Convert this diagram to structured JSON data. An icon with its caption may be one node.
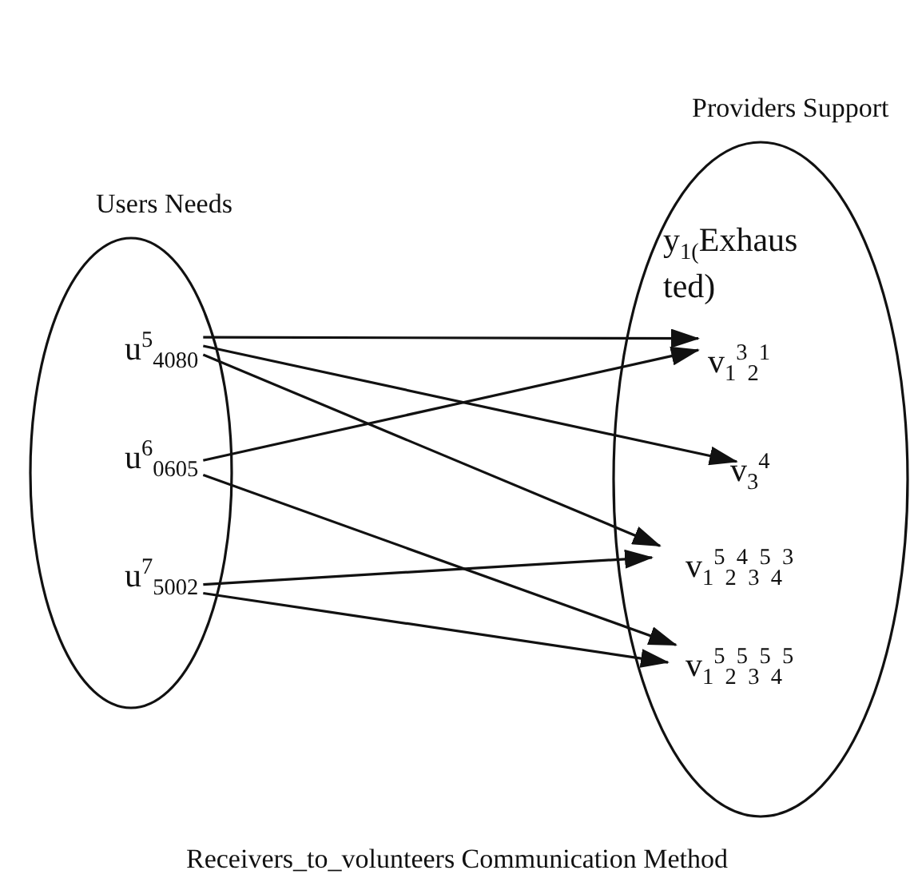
{
  "diagram": {
    "caption": "Receivers_to_volunteers Communication Method",
    "nodes": [
      {
        "text": [
          "Users Needs"
        ]
      },
      {
        "text": [
          "u$^{5}$$_{4080}$"
        ],
        "in": 0
      },
      {
        "text": [
          "u$^{6}$$_{0605}$"
        ],
        "in": 0
      },
      {
        "text": [
          "u$^{7}$$_{5002}$"
        ],
        "in": 0
      },
      {
        "text": [
          "Providers Support",
          "y$_{1(}$Exhaus ted)"
        ]
      },
      {
        "text": [
          "v$_{1}$$^{3}$$_{2}$$^{1}$"
        ],
        "in": 4
      },
      {
        "text": [
          "v$_{3}$$^{4}$"
        ],
        "in": 4
      },
      {
        "text": [
          "v$_{1}$$^{5}$$_{2}$$^{4}$$_{3}$$^{5}$$_{4}$$^{3}$"
        ],
        "in": 4
      },
      {
        "text": [
          "v$_{1}$$^{5}$$_{2}$$^{5}$$_{3}$$^{5}$$_{4}$$^{5}$"
        ],
        "in": 4
      }
    ],
    "edges": [
      {
        "from": 1,
        "to": 5,
        "arrow": "to"
      },
      {
        "from": 1,
        "to": 6,
        "arrow": "to"
      },
      {
        "from": 1,
        "to": 7,
        "arrow": "to"
      },
      {
        "from": 2,
        "to": 5,
        "arrow": "to"
      },
      {
        "from": 2,
        "to": 8,
        "arrow": "to"
      },
      {
        "from": 3,
        "to": 7,
        "arrow": "to"
      },
      {
        "from": 3,
        "to": 8,
        "arrow": "to"
      }
    ]
  }
}
